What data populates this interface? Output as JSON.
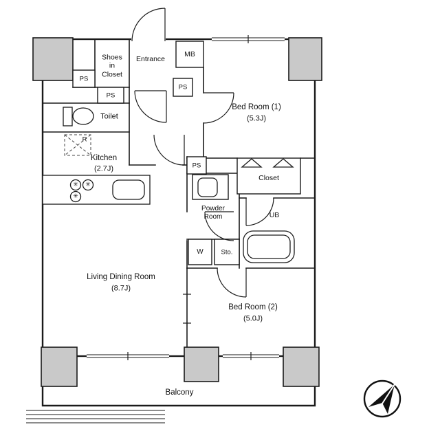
{
  "floorplan": {
    "rooms": {
      "shoes_closet": "Shoes\nin\nCloset",
      "entrance": "Entrance",
      "meter_box": "MB",
      "pipe_space": "PS",
      "toilet": "Toilet",
      "refrigerator": "R",
      "kitchen_name": "Kitchen",
      "kitchen_size": "(2.7J)",
      "bedroom1_name": "Bed Room (1)",
      "bedroom1_size": "(5.3J)",
      "closet": "Closet",
      "powder_room": "Powder\nRoom",
      "unit_bath": "UB",
      "washer": "W",
      "storage": "Sto.",
      "living_name": "Living Dining Room",
      "living_size": "(8.7J)",
      "bedroom2_name": "Bed Room (2)",
      "bedroom2_size": "(5.0J)",
      "balcony": "Balcony"
    },
    "icons": {
      "burner": "✳"
    },
    "colors": {
      "wall": "#1a1a1a",
      "column_fill": "#c9c9c9",
      "background": "#ffffff",
      "text": "#111111"
    }
  }
}
